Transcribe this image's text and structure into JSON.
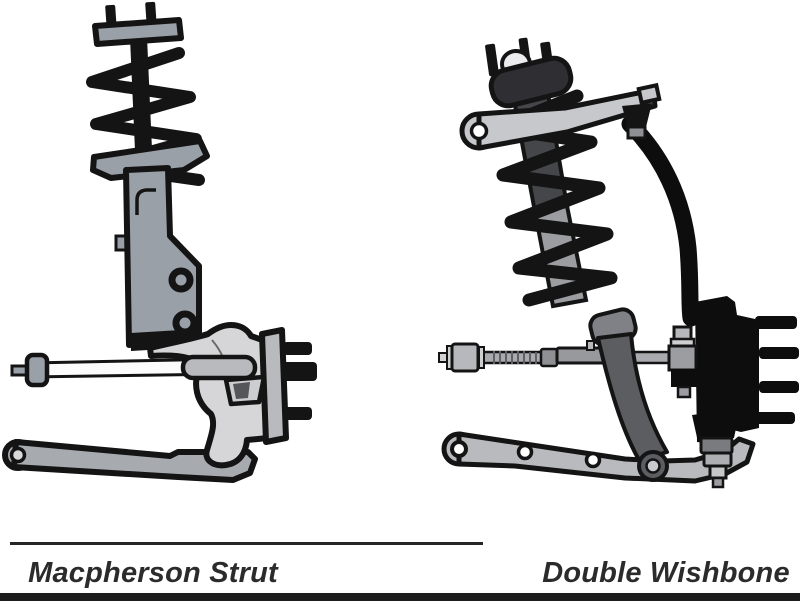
{
  "captions": {
    "left": "Macpherson Strut",
    "right": "Double Wishbone"
  },
  "style": {
    "background": "#ffffff",
    "caption_color": "#2b2b2b",
    "outline_color": "#141414",
    "part_black": "#0d0d0d",
    "strut_gray": "#9aa0a8",
    "knuckle_light_gray": "#d6d6d8",
    "hub_plate_gray": "#b9babd",
    "shock_dark_gray": "#45464a",
    "fork_gray": "#5c5d61",
    "arm_gray": "#a7abb0"
  },
  "figure": {
    "left": {
      "caption": "Macpherson Strut",
      "parts": [
        "top-mount",
        "mount-studs",
        "strut-shaft",
        "coil-spring",
        "spring-seat",
        "strut-body",
        "steering-knuckle",
        "hub-backing-plate",
        "wheel-studs",
        "tie-rod",
        "tie-rod-end",
        "pinch-clamp",
        "lower-control-arm"
      ]
    },
    "right": {
      "caption": "Double Wishbone",
      "parts": [
        "top-mount",
        "mount-studs",
        "bushing-dome",
        "coilover-shock",
        "coil-spring",
        "upper-control-arm",
        "upper-ball-joint",
        "upright",
        "wheel-hub",
        "wheel-studs",
        "tie-rod",
        "tie-rod-end",
        "strut-fork",
        "lower-control-arm",
        "lower-ball-joint"
      ]
    }
  }
}
